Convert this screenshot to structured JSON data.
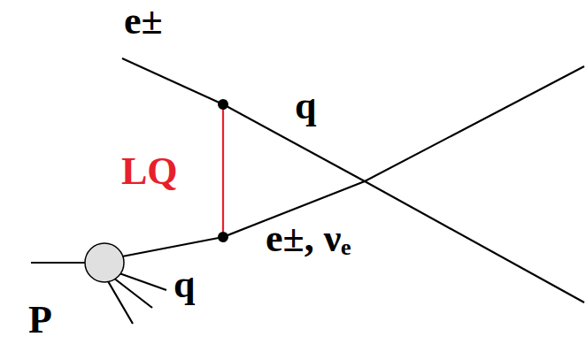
{
  "diagram": {
    "labels": [
      "e±",
      "q",
      "LQ",
      "e±, νₑ",
      "q",
      "P"
    ]
  }
}
